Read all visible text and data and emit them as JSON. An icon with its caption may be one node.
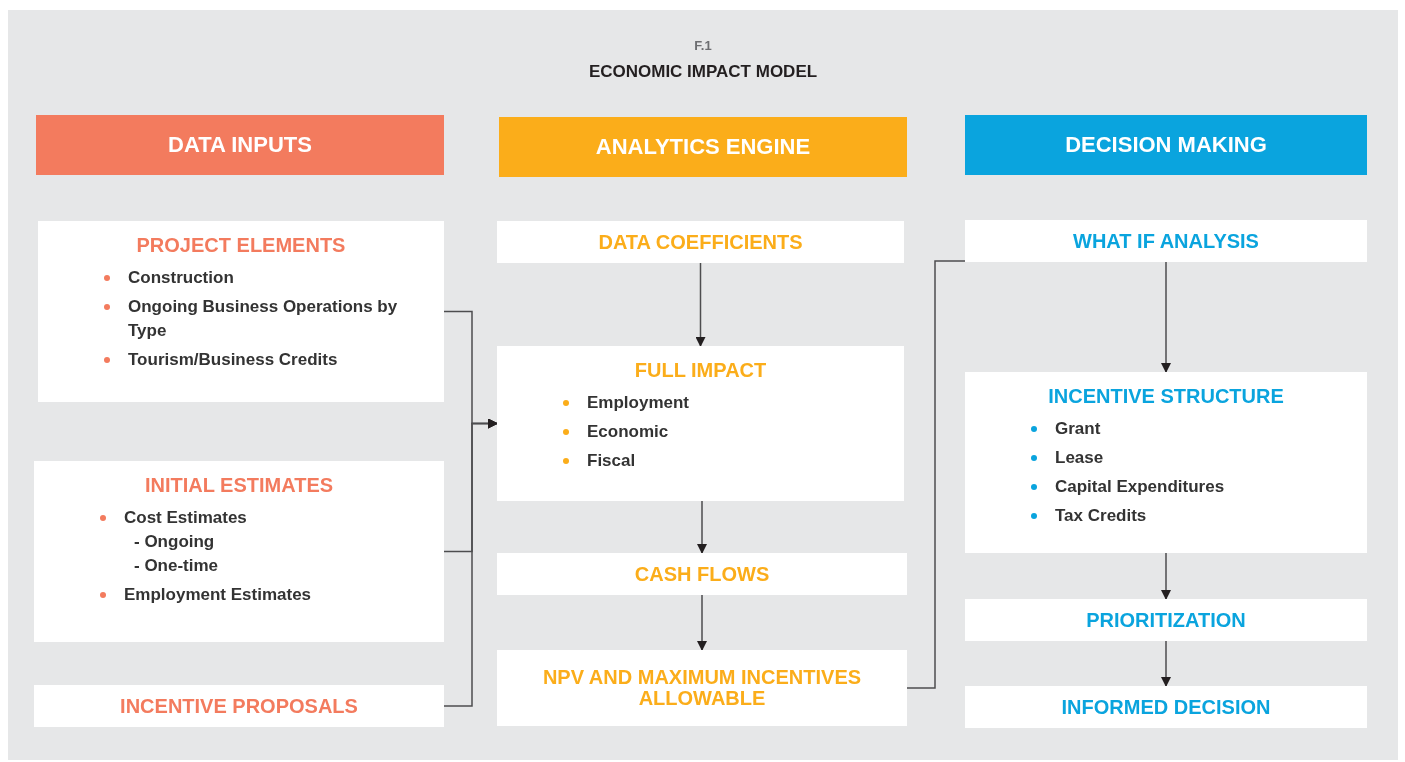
{
  "diagram": {
    "title": "ECONOMIC IMPACT MODEL",
    "nodes": [
      {
        "text": [
          "DATA INPUTS"
        ]
      },
      {
        "text": [
          "ANALYTICS ENGINE"
        ]
      },
      {
        "text": [
          "DECISION MAKING"
        ]
      },
      {
        "text": [
          "PROJECT ELEMENTS",
          "Construction",
          "Ongoing Business Operations by Type",
          "Tourism/Business Credits"
        ]
      },
      {
        "text": [
          "INITIAL ESTIMATES",
          "Cost Estimates",
          "- Ongoing",
          "- One-time",
          "Employment Estimates"
        ]
      },
      {
        "text": [
          "INCENTIVE PROPOSALS"
        ]
      },
      {
        "text": [
          "DATA COEFFICIENTS"
        ]
      },
      {
        "text": [
          "FULL IMPACT",
          "Employment",
          "Economic",
          "Fiscal"
        ]
      },
      {
        "text": [
          "CASH FLOWS"
        ]
      },
      {
        "text": [
          "NPV AND MAXIMUM INCENTIVES ALLOWABLE"
        ]
      },
      {
        "text": [
          "WHAT IF ANALYSIS"
        ]
      },
      {
        "text": [
          "INCENTIVE STRUCTURE",
          "Grant",
          "Lease",
          "Capital Expenditures",
          "Tax Credits"
        ]
      },
      {
        "text": [
          "PRIORITIZATION"
        ]
      },
      {
        "text": [
          "INFORMED DECISION"
        ]
      }
    ],
    "edges": [
      {
        "from": 3,
        "to": 7,
        "arrow": "to"
      },
      {
        "from": 4,
        "to": 7,
        "arrow": "to"
      },
      {
        "from": 5,
        "to": 7,
        "arrow": "to"
      },
      {
        "from": 6,
        "to": 7,
        "arrow": "to"
      },
      {
        "from": 7,
        "to": 8,
        "arrow": "to"
      },
      {
        "from": 8,
        "to": 9,
        "arrow": "to"
      },
      {
        "from": 9,
        "to": 10,
        "arrow": "none"
      },
      {
        "from": 10,
        "to": 11,
        "arrow": "to"
      },
      {
        "from": 11,
        "to": 12,
        "arrow": "to"
      },
      {
        "from": 12,
        "to": 13,
        "arrow": "to"
      }
    ],
    "labels": [
      "F.1"
    ]
  }
}
